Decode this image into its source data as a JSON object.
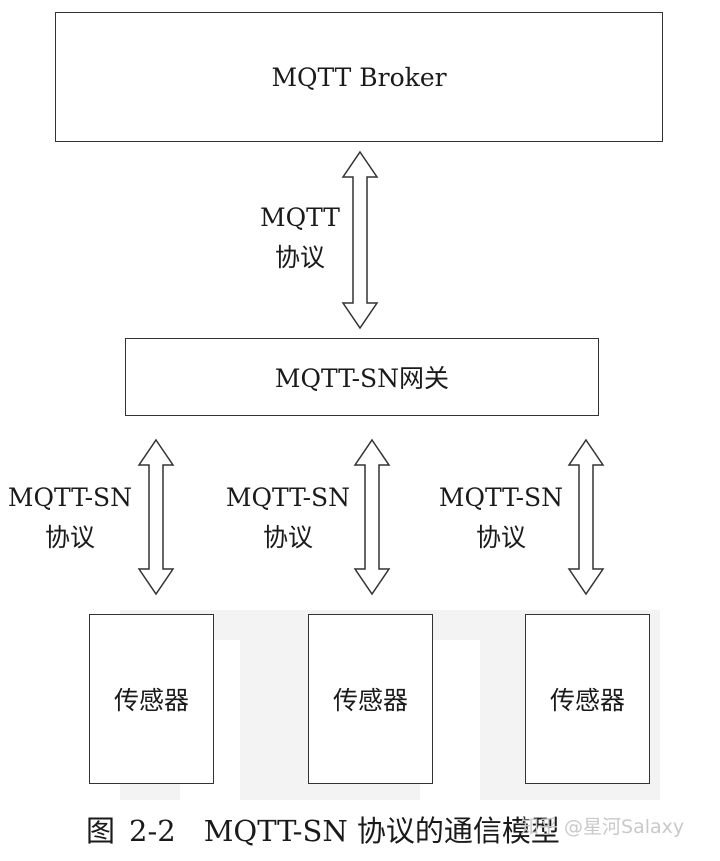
{
  "broker": {
    "label": "MQTT Broker"
  },
  "top_protocol": {
    "line1": "MQTT",
    "line2": "协议"
  },
  "gateway": {
    "label": "MQTT-SN网关"
  },
  "sn_protocols": [
    {
      "line1": "MQTT-SN",
      "line2": "协议"
    },
    {
      "line1": "MQTT-SN",
      "line2": "协议"
    },
    {
      "line1": "MQTT-SN",
      "line2": "协议"
    }
  ],
  "sensors": [
    {
      "label": "传感器"
    },
    {
      "label": "传感器"
    },
    {
      "label": "传感器"
    }
  ],
  "caption": {
    "figure": "图",
    "number": "2-2",
    "title": "MQTT-SN 协议的通信模型"
  },
  "watermark": {
    "text": "知乎 @星河Salaxy"
  }
}
